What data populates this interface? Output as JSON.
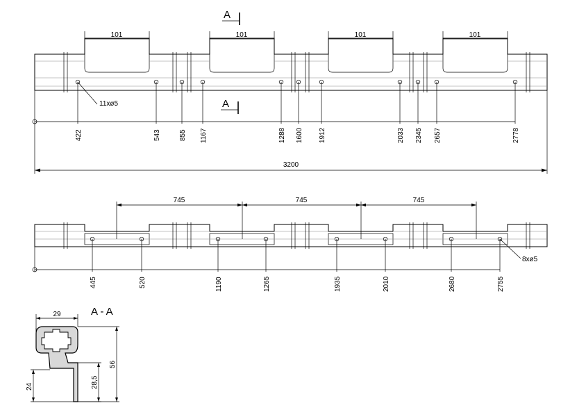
{
  "section_marker": "A",
  "top_view": {
    "slot_widths": [
      "101",
      "101",
      "101",
      "101"
    ],
    "hole_note": "11xø5",
    "positions": [
      "422",
      "543",
      "855",
      "1167",
      "1288",
      "1600",
      "1912",
      "2033",
      "2345",
      "2657",
      "2778"
    ],
    "overall_length": "3200"
  },
  "bottom_view": {
    "spacings": [
      "745",
      "745",
      "745"
    ],
    "hole_note": "8xø5",
    "positions": [
      "445",
      "520",
      "1190",
      "1265",
      "1935",
      "2010",
      "2680",
      "2755"
    ]
  },
  "section_view": {
    "title": "A - A",
    "width": "29",
    "height": "56",
    "inner_height": "28,5",
    "flange_height": "24"
  }
}
